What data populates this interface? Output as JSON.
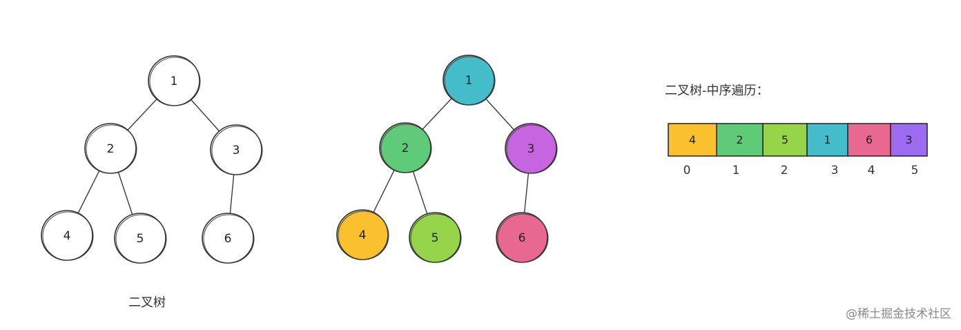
{
  "plain_tree": {
    "caption": "二叉树",
    "nodes": [
      {
        "id": "n1",
        "label": "1"
      },
      {
        "id": "n2",
        "label": "2"
      },
      {
        "id": "n3",
        "label": "3"
      },
      {
        "id": "n4",
        "label": "4"
      },
      {
        "id": "n5",
        "label": "5"
      },
      {
        "id": "n6",
        "label": "6"
      }
    ],
    "edges": [
      [
        "n1",
        "n2"
      ],
      [
        "n1",
        "n3"
      ],
      [
        "n2",
        "n4"
      ],
      [
        "n2",
        "n5"
      ],
      [
        "n3",
        "n6"
      ]
    ]
  },
  "colored_tree": {
    "nodes": [
      {
        "id": "c1",
        "label": "1",
        "color": "#45bcc9"
      },
      {
        "id": "c2",
        "label": "2",
        "color": "#5fcb78"
      },
      {
        "id": "c3",
        "label": "3",
        "color": "#c765e0"
      },
      {
        "id": "c4",
        "label": "4",
        "color": "#fbc02d"
      },
      {
        "id": "c5",
        "label": "5",
        "color": "#96d44a"
      },
      {
        "id": "c6",
        "label": "6",
        "color": "#e86892"
      }
    ],
    "edges": [
      [
        "c1",
        "c2"
      ],
      [
        "c1",
        "c3"
      ],
      [
        "c2",
        "c4"
      ],
      [
        "c2",
        "c5"
      ],
      [
        "c3",
        "c6"
      ]
    ]
  },
  "inorder_array": {
    "title": "二叉树-中序遍历：",
    "cells": [
      {
        "value": "4",
        "color": "#fbc02d",
        "index": "0"
      },
      {
        "value": "2",
        "color": "#5fcb78",
        "index": "1"
      },
      {
        "value": "5",
        "color": "#96d44a",
        "index": "2"
      },
      {
        "value": "1",
        "color": "#45bcc9",
        "index": "3"
      },
      {
        "value": "6",
        "color": "#e86892",
        "index": "4"
      },
      {
        "value": "3",
        "color": "#9b6cf0",
        "index": "5"
      }
    ]
  },
  "watermark": "@稀土掘金技术社区"
}
